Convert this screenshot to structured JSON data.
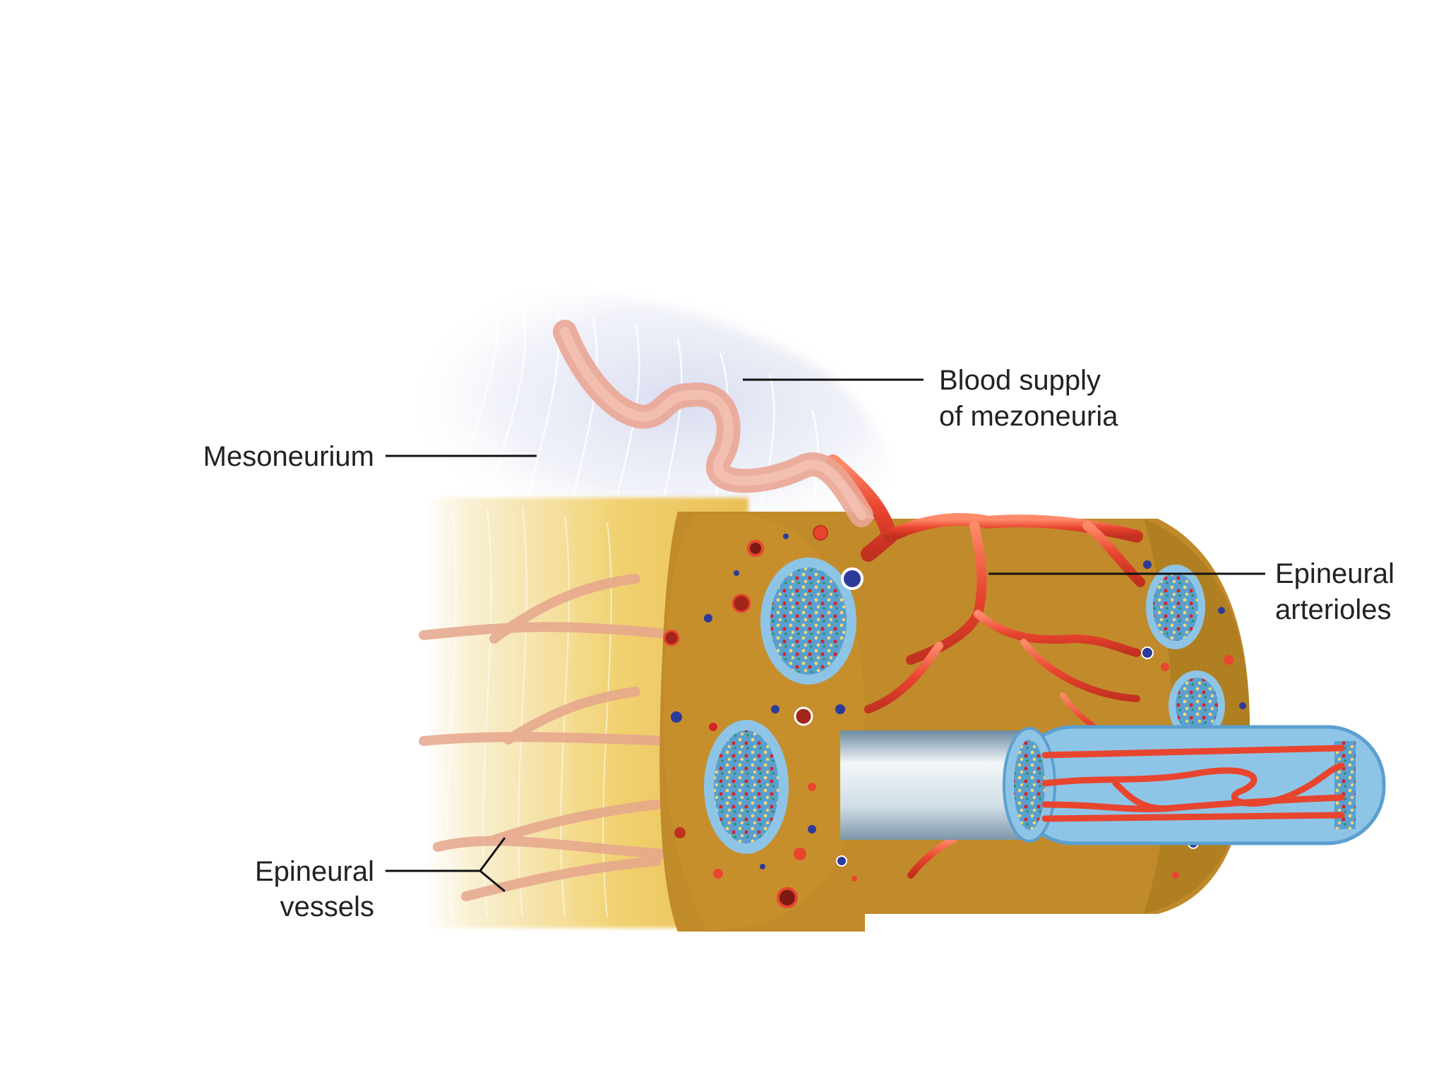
{
  "labels": {
    "blood_supply": {
      "line1": "Blood supply",
      "line2": "of mezoneuria"
    },
    "mesoneurium": "Mesoneurium",
    "epineural_arterioles": {
      "line1": "Epineural",
      "line2": "arterioles"
    },
    "epineural_vessels": {
      "line1": "Epineural",
      "line2": "vessels"
    }
  },
  "colors": {
    "nerve_tan": "#c8942e",
    "nerve_tan_dark": "#b07f22",
    "fascicle_blue": "#8ec5e6",
    "fascicle_inner": "#5aa0cf",
    "artery_red": "#e8452f",
    "artery_pale": "#eaa594",
    "vein_blue": "#2c3a9a",
    "yellow_glow": "#f3d774",
    "mesoneurium_lavender": "#dcdff0",
    "text": "#222222"
  }
}
